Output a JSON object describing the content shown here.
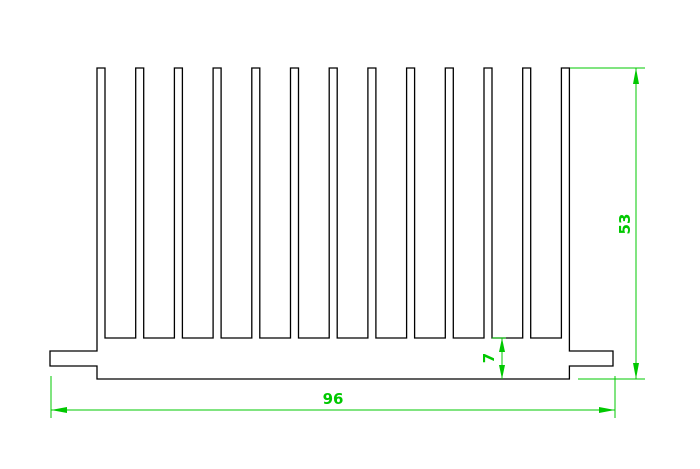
{
  "heatsink": {
    "fin_count": 13
  },
  "dimensions": {
    "overall_width": "96",
    "overall_height": "53",
    "base_thickness": "7"
  },
  "colors": {
    "profile_stroke": "#000000",
    "dimension": "#00c800",
    "background": "#ffffff"
  }
}
